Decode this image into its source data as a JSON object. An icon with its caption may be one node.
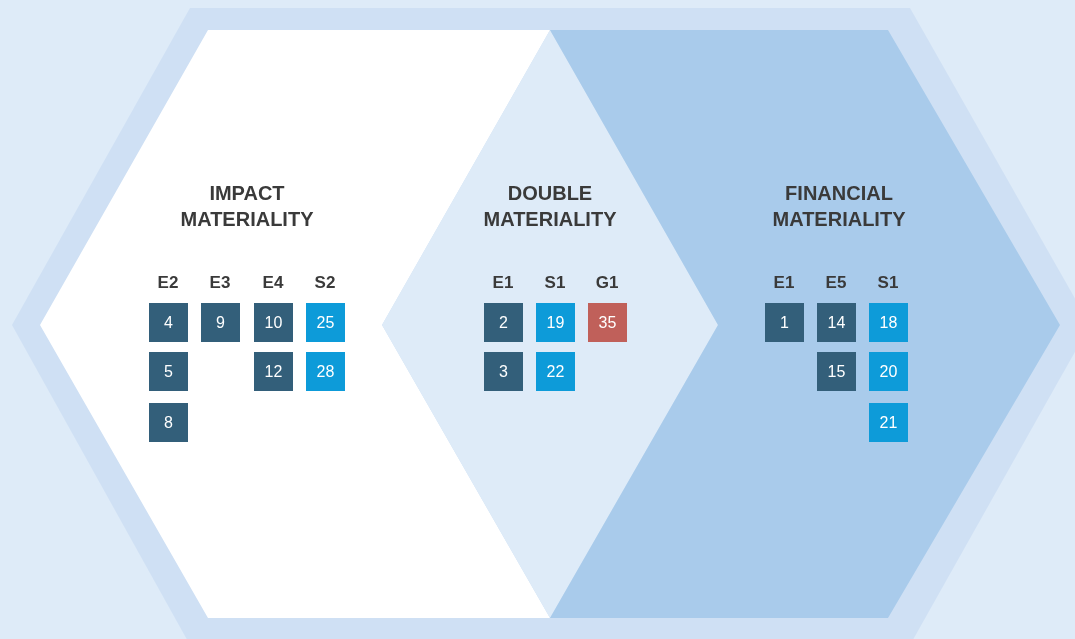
{
  "diagram": {
    "nodes": [
      {
        "text": [
          "IMPACT MATERIALITY"
        ]
      },
      {
        "text": [
          "4"
        ],
        "in": 0
      },
      {
        "text": [
          "9"
        ],
        "in": 0
      },
      {
        "text": [
          "10"
        ],
        "in": 0
      },
      {
        "text": [
          "25"
        ],
        "in": 0
      },
      {
        "text": [
          "5"
        ],
        "in": 0
      },
      {
        "text": [
          "12"
        ],
        "in": 0
      },
      {
        "text": [
          "28"
        ],
        "in": 0
      },
      {
        "text": [
          "8"
        ],
        "in": 0
      },
      {
        "text": [
          "DOUBLE MATERIALITY"
        ]
      },
      {
        "text": [
          "2"
        ],
        "in": 9
      },
      {
        "text": [
          "19"
        ],
        "in": 9
      },
      {
        "text": [
          "35"
        ],
        "in": 9
      },
      {
        "text": [
          "3"
        ],
        "in": 9
      },
      {
        "text": [
          "22"
        ],
        "in": 9
      },
      {
        "text": [
          "FINANCIAL MATERIALITY"
        ]
      },
      {
        "text": [
          "1"
        ],
        "in": 15
      },
      {
        "text": [
          "14"
        ],
        "in": 15
      },
      {
        "text": [
          "18"
        ],
        "in": 15
      },
      {
        "text": [
          "15"
        ],
        "in": 15
      },
      {
        "text": [
          "20"
        ],
        "in": 15
      },
      {
        "text": [
          "21"
        ],
        "in": 15
      }
    ],
    "labels": [
      "E2",
      "E3",
      "E4",
      "S2",
      "E1",
      "S1",
      "G1",
      "E1",
      "E5",
      "S1"
    ]
  }
}
